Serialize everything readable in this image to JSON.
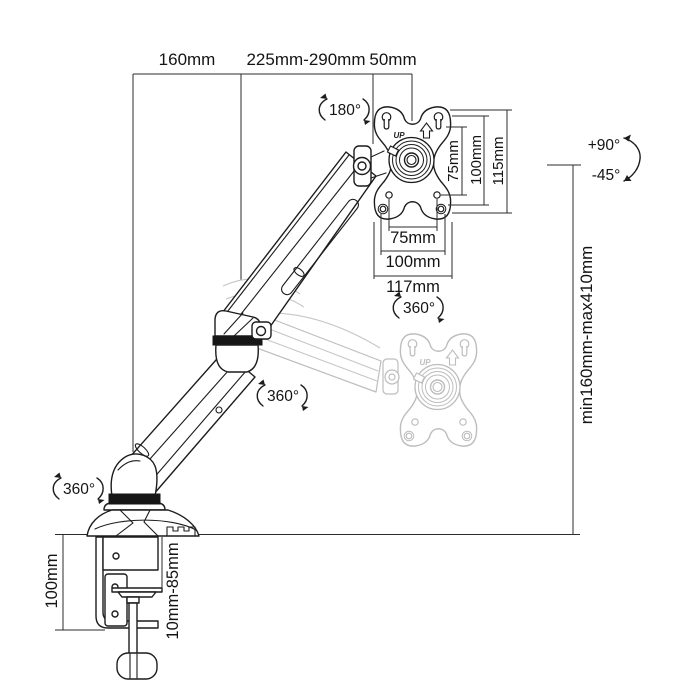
{
  "diagram": {
    "type": "product-dimension-diagram",
    "subject": "gas-spring desk-clamp monitor arm with VESA plate",
    "background": "#ffffff",
    "line_color": "#1c1c1c",
    "ghost_color": "#bdbdbd",
    "dimensions": {
      "top": [
        "160mm",
        "225mm-290mm",
        "50mm"
      ],
      "vesa_vertical": [
        "75mm",
        "100mm",
        "115mm"
      ],
      "vesa_horizontal": [
        "75mm",
        "100mm",
        "117mm"
      ],
      "height_range": "min160mm-max410mm",
      "clamp_height": "100mm",
      "desk_thickness": "10mm-85mm"
    },
    "rotations": {
      "plate_swivel": "180°",
      "plate_rotation": "360°",
      "tilt_up": "+90°",
      "tilt_down": "-45°",
      "elbow": "360°",
      "base": "360°"
    },
    "vesa_plate": {
      "up_label": "UP"
    }
  }
}
